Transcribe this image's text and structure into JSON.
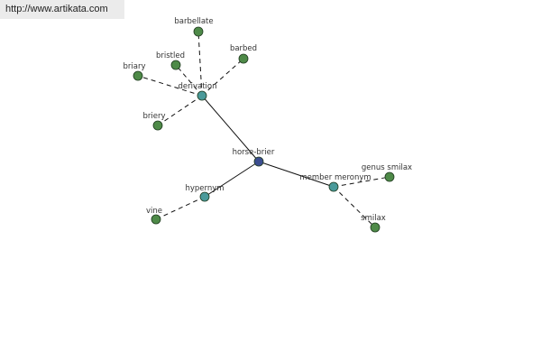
{
  "watermark": {
    "text": "http://www.artikata.com"
  },
  "colors": {
    "center": "#3b4d8f",
    "relation": "#4a9a9a",
    "leaf": "#4e8a48",
    "background": "#ffffff"
  },
  "graph": {
    "nodes": [
      {
        "id": "horse-brier",
        "label": "horse-brier",
        "kind": "center"
      },
      {
        "id": "derivation",
        "label": "derivation",
        "kind": "relation"
      },
      {
        "id": "hypernym",
        "label": "hypernym",
        "kind": "relation"
      },
      {
        "id": "member-meronym",
        "label": "member meronym",
        "kind": "relation"
      },
      {
        "id": "barbellate",
        "label": "barbellate",
        "kind": "leaf"
      },
      {
        "id": "bristled",
        "label": "bristled",
        "kind": "leaf"
      },
      {
        "id": "barbed",
        "label": "barbed",
        "kind": "leaf"
      },
      {
        "id": "briary",
        "label": "briary",
        "kind": "leaf"
      },
      {
        "id": "briery",
        "label": "briery",
        "kind": "leaf"
      },
      {
        "id": "vine",
        "label": "vine",
        "kind": "leaf"
      },
      {
        "id": "genus-smilax",
        "label": "genus smilax",
        "kind": "leaf"
      },
      {
        "id": "smilax",
        "label": "smilax",
        "kind": "leaf"
      }
    ],
    "edges": [
      {
        "from": "horse-brier",
        "to": "derivation",
        "style": "solid"
      },
      {
        "from": "horse-brier",
        "to": "hypernym",
        "style": "solid"
      },
      {
        "from": "horse-brier",
        "to": "member-meronym",
        "style": "solid"
      },
      {
        "from": "derivation",
        "to": "barbellate",
        "style": "dashed"
      },
      {
        "from": "derivation",
        "to": "bristled",
        "style": "dashed"
      },
      {
        "from": "derivation",
        "to": "barbed",
        "style": "dashed"
      },
      {
        "from": "derivation",
        "to": "briary",
        "style": "dashed"
      },
      {
        "from": "derivation",
        "to": "briery",
        "style": "dashed"
      },
      {
        "from": "hypernym",
        "to": "vine",
        "style": "dashed"
      },
      {
        "from": "member-meronym",
        "to": "genus-smilax",
        "style": "dashed"
      },
      {
        "from": "member-meronym",
        "to": "smilax",
        "style": "dashed"
      }
    ]
  }
}
